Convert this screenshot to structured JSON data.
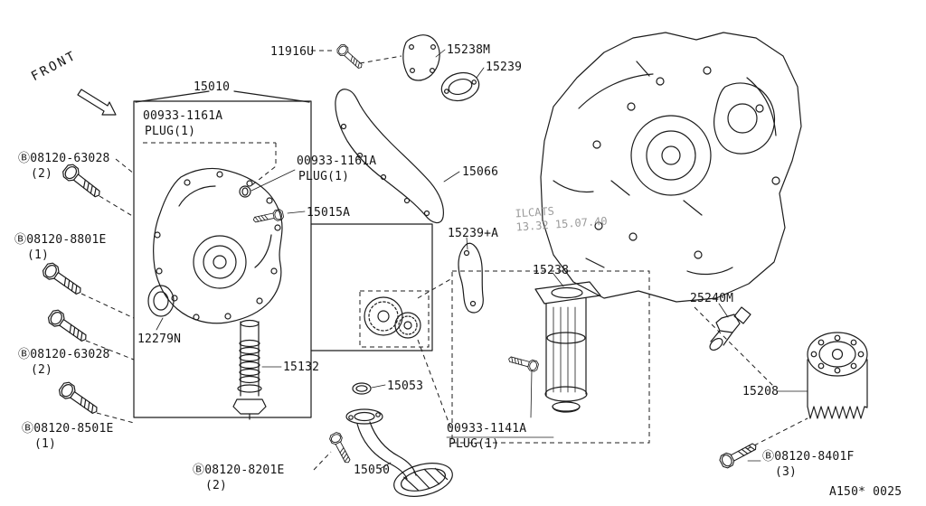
{
  "diagram": {
    "front_label": "FRONT",
    "sheet_code": "A150* 0025",
    "watermark_line1": "ILCATS",
    "watermark_line2": "13.32 15.07.40"
  },
  "parts": {
    "p11916u": "11916U",
    "p15238m": "15238M",
    "p15239": "15239",
    "p15010": "15010",
    "plug_top_l1": "00933-1161A",
    "plug_top_l2": "PLUG(1)",
    "bolt63028a_l1": "Ⓑ08120-63028",
    "bolt63028a_l2": "(2)",
    "plug_mid_l1": "00933-1161A",
    "plug_mid_l2": "PLUG(1)",
    "p15066": "15066",
    "bolt8801e_l1": "Ⓑ08120-8801E",
    "bolt8801e_l2": "(1)",
    "p15015a": "15015A",
    "p15239a": "15239+A",
    "p15238": "15238",
    "p25240m": "25240M",
    "p12279n": "12279N",
    "bolt63028b_l1": "Ⓑ08120-63028",
    "bolt63028b_l2": "(2)",
    "p15132": "15132",
    "p15053": "15053",
    "p15208": "15208",
    "bolt8501e_l1": "Ⓑ08120-8501E",
    "bolt8501e_l2": "(1)",
    "plug1141a_l1": "00933-1141A",
    "plug1141a_l2": "PLUG(1)",
    "bolt8201e_l1": "Ⓑ08120-8201E",
    "bolt8201e_l2": "(2)",
    "p15050": "15050",
    "bolt8401f_l1": "Ⓑ08120-8401F",
    "bolt8401f_l2": "(3)"
  }
}
